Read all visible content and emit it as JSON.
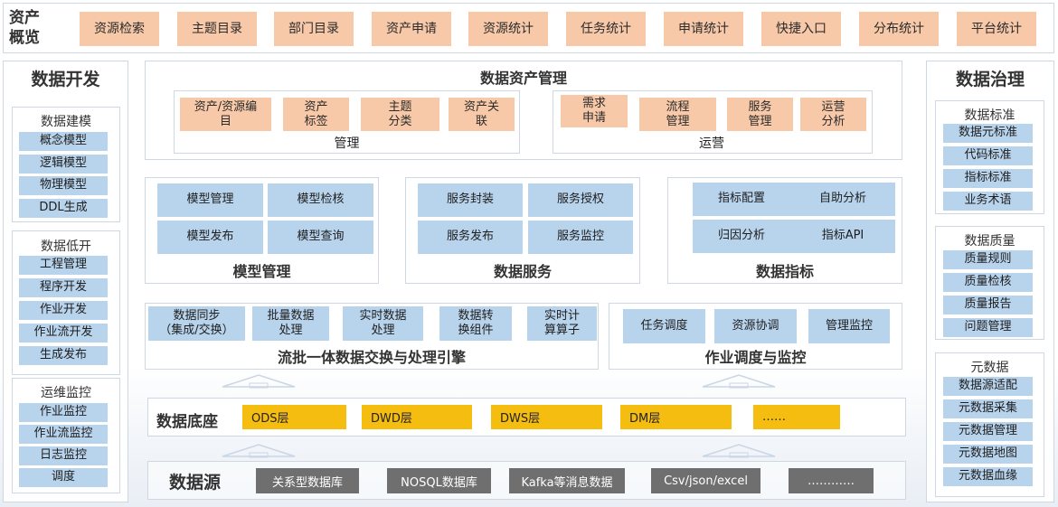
{
  "top": {
    "title": "资产\n概览",
    "items": [
      "资源检索",
      "主题目录",
      "部门目录",
      "资产申请",
      "资源统计",
      "任务统计",
      "申请统计",
      "快捷入口",
      "分布统计",
      "平台统计"
    ]
  },
  "dev": {
    "title": "数据开发",
    "modeling": {
      "title": "数据建模",
      "items": [
        "概念模型",
        "逻辑模型",
        "物理模型",
        "DDL生成"
      ]
    },
    "lowcode": {
      "title": "数据低开",
      "items": [
        "工程管理",
        "程序开发",
        "作业开发",
        "作业流开发",
        "生成发布"
      ]
    },
    "ops": {
      "title": "运维监控",
      "items": [
        "作业监控",
        "作业流监控",
        "日志监控",
        "调度"
      ]
    }
  },
  "asset": {
    "title": "数据资产管理",
    "mgmt": {
      "label": "管理",
      "items": [
        "资产/资源编\n目",
        "资产\n标签",
        "主题\n分类",
        "资产关\n联"
      ]
    },
    "oper": {
      "label": "运营",
      "items": [
        "需求\n申请",
        "流程\n管理",
        "服务\n管理",
        "运营\n分析"
      ]
    }
  },
  "model": {
    "title": "模型管理",
    "items": [
      "模型管理",
      "模型检核",
      "模型发布",
      "模型查询"
    ]
  },
  "service": {
    "title": "数据服务",
    "items": [
      "服务封装",
      "服务授权",
      "服务发布",
      "服务监控"
    ]
  },
  "metric": {
    "title": "数据指标",
    "items": [
      "指标配置",
      "自助分析",
      "归因分析",
      "指标API"
    ]
  },
  "engine": {
    "title": "流批一体数据交换与处理引擎",
    "items": [
      "数据同步\n（集成/交换）",
      "批量数据\n处理",
      "实时数据\n处理",
      "数据转\n换组件",
      "实时计\n算算子"
    ]
  },
  "schedule": {
    "title": "作业调度与监控",
    "items": [
      "任务调度",
      "资源协调",
      "管理监控"
    ]
  },
  "base": {
    "title": "数据底座",
    "items": [
      "ODS层",
      "DWD层",
      "DWS层",
      "DM层",
      "……"
    ]
  },
  "source": {
    "title": "数据源",
    "items": [
      "关系型数据库",
      "NOSQL数据库",
      "Kafka等消息数据",
      "Csv/json/excel",
      "…………"
    ]
  },
  "gov": {
    "title": "数据治理",
    "standard": {
      "title": "数据标准",
      "items": [
        "数据元标准",
        "代码标准",
        "指标标准",
        "业务术语"
      ]
    },
    "quality": {
      "title": "数据质量",
      "items": [
        "质量规则",
        "质量检核",
        "质量报告",
        "问题管理"
      ]
    },
    "meta": {
      "title": "元数据",
      "items": [
        "数据源适配",
        "元数据采集",
        "元数据管理",
        "元数据地图",
        "元数据血缘"
      ]
    }
  },
  "colors": {
    "peach": "#f8c9a8",
    "blue": "#b8d3ec",
    "gold": "#f5bd10",
    "gray": "#6f6f6f",
    "border": "#cfd7e2"
  }
}
